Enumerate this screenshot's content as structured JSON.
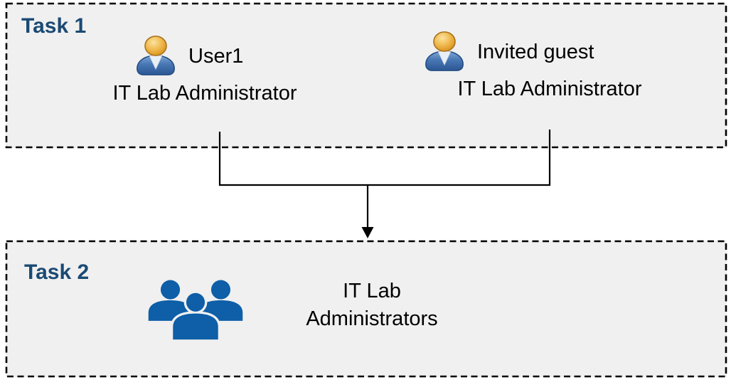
{
  "diagram": {
    "task1": {
      "label": "Task 1",
      "entries": [
        {
          "icon": "person-icon",
          "name": "User1",
          "role": "IT Lab Administrator"
        },
        {
          "icon": "person-icon",
          "name": "Invited guest",
          "role": "IT Lab Administrator"
        }
      ]
    },
    "task2": {
      "label": "Task 2",
      "entry": {
        "icon": "people-group-icon",
        "name_lines": [
          "IT Lab",
          "Administrators"
        ]
      }
    },
    "connector": {
      "shape": "merge-arrow-down"
    }
  },
  "colors": {
    "box_fill": "#f0f0f0",
    "box_border": "#000000",
    "task_label": "#1a4a74",
    "body_text": "#000000",
    "connector_line": "#000000",
    "group_icon_blue": "#0e5ea8",
    "person_head_gold": "#e8a838",
    "person_body_blue": "#3a6aa6"
  }
}
